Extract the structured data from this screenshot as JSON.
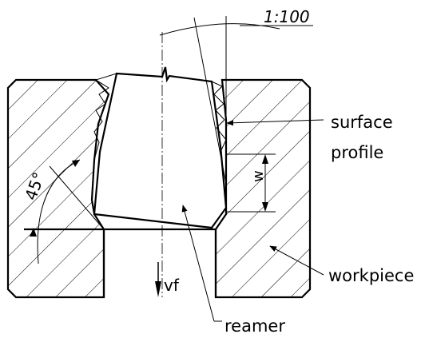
{
  "labels": {
    "taper": "1:100",
    "surface": "surface",
    "profile": "profile",
    "workpiece": "workpiece",
    "reamer": "reamer",
    "feed": "vf",
    "angle": "45°",
    "width": "w"
  },
  "colors": {
    "line": "#000000",
    "hatch": "#000000",
    "background": "#ffffff"
  }
}
